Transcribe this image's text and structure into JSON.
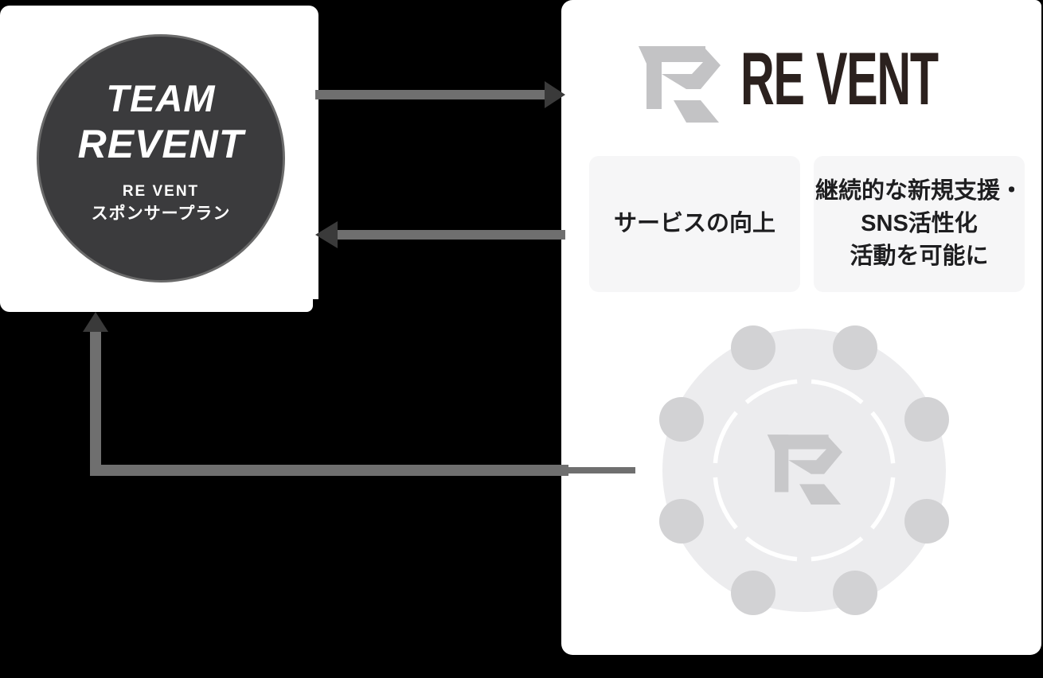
{
  "left_card": {
    "badge": {
      "line1": "TEAM",
      "line2": "REVENT",
      "sub1": "RE VENT",
      "sub2": "スポンサープラン"
    }
  },
  "right_card": {
    "logo": {
      "mark": "revent-r-mark",
      "text": "RE VENT"
    },
    "benefit_boxes": [
      {
        "lines": [
          "サービスの向上"
        ]
      },
      {
        "lines": [
          "継続的な新規支援・",
          "SNS活性化",
          "活動を可能に"
        ]
      }
    ],
    "wheel": {
      "mark": "revent-r-mark",
      "member_count": 8
    }
  },
  "arrows": [
    {
      "name": "sponsor-to-revent",
      "direction": "left-to-right"
    },
    {
      "name": "revent-to-sponsor",
      "direction": "right-to-left"
    },
    {
      "name": "community-to-sponsor",
      "direction": "bottom-right-to-left-up"
    }
  ],
  "colors": {
    "background": "#000000",
    "card_bg": "#ffffff",
    "badge_bg": "#3b3b3d",
    "badge_border": "#6a6a6a",
    "badge_text": "#ffffff",
    "arrow_shaft": "#6f6f6f",
    "arrow_head": "#3a3a3a",
    "benefit_box_bg": "#f6f6f7",
    "benefit_text": "#1e1e20",
    "logo_mark": "#c3c3c5",
    "logo_text": "#2b211e",
    "wheel_circle": "#ececee",
    "wheel_member": "#d2d2d4",
    "wheel_ring": "#ffffff",
    "wheel_mark": "#c8c8ca"
  }
}
